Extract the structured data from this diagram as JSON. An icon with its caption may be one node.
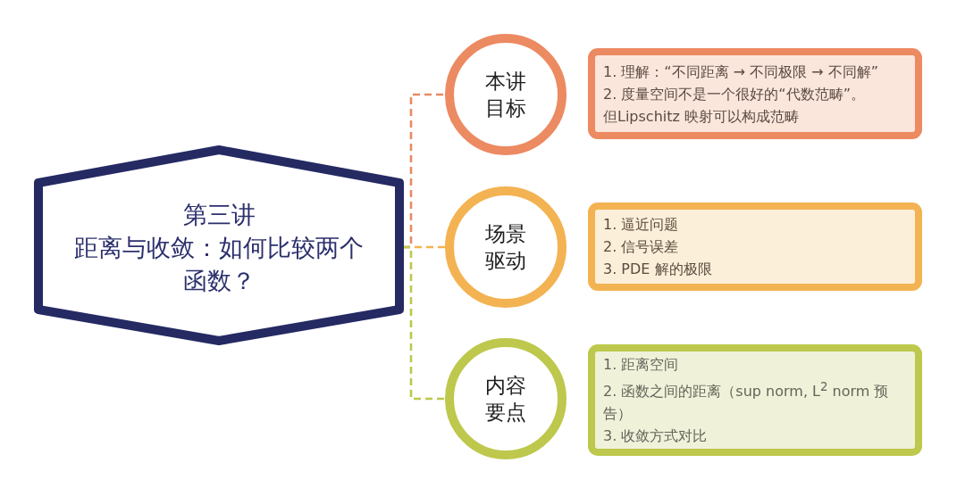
{
  "diagram": {
    "nodes": [
      {
        "text": [
          "第三讲",
          "距离与收敛：如何比较两个函数？"
        ]
      },
      {
        "text": [
          "本讲目标"
        ]
      },
      {
        "text": [
          "1. 理解：“不同距离 → 不同极限 → 不同解”",
          "2. 度量空间不是一个很好的“代数范畴”。但Lipschitz 映射可以构成范畴"
        ]
      },
      {
        "text": [
          "场景驱动"
        ]
      },
      {
        "text": [
          "1. 逼近问题",
          "2. 信号误差",
          "3. PDE 解的极限"
        ]
      },
      {
        "text": [
          "内容要点"
        ]
      },
      {
        "text": [
          "1. 距离空间",
          "2. 函数之间的距离（sup norm, L$^{2}$ norm 预告）",
          "3. 收敛方式对比"
        ]
      }
    ],
    "edges": [
      {
        "from": 0,
        "to": 1,
        "arrow": "none",
        "style": "dashed",
        "color": "#e98a62"
      },
      {
        "from": 0,
        "to": 3,
        "arrow": "none",
        "style": "dashed",
        "color": "#f2b350"
      },
      {
        "from": 0,
        "to": 5,
        "arrow": "none",
        "style": "dashed",
        "color": "#bdc84c"
      }
    ]
  }
}
